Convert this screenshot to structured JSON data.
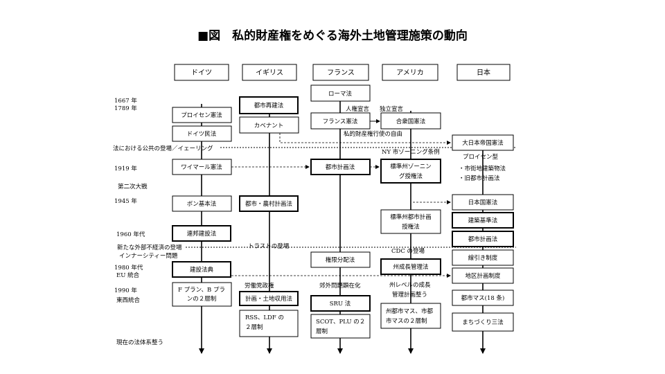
{
  "title": "■図　私的財産権をめぐる海外土地管理施策の動向",
  "countries": [
    "ドイツ",
    "イギリス",
    "フランス",
    "アメリカ",
    "日本"
  ],
  "timeline": {
    "y1667": "1667 年",
    "y1789": "1789 年",
    "public_interest": "法における公共の登場／イェーリング",
    "y1919": "1919 年",
    "ww2": "第二次大戦",
    "y1945": "1945 年",
    "y1960s": "1960 年代",
    "neo_liberal": "新たな外部不経済の登場",
    "inner_city": "インナーシティー問題",
    "y1980s": "1980 年代",
    "eu": "EU 統合",
    "y1990": "1990 年",
    "reunification": "東西統合",
    "present": "現在の法体系整う"
  },
  "germany": {
    "prussia_const": "プロイセン憲法",
    "civil_code": "ドイツ民法",
    "weimar": "ワイマール憲法",
    "basic_law": "ボン基本法",
    "federal_building": "連邦建設法",
    "building_code": "建設法典",
    "fb_plan_1": "F プラン、B プラ",
    "fb_plan_2": "ンの２層制"
  },
  "uk": {
    "urban_rebuild": "都市再建法",
    "covenant": "カベナント",
    "town_country": "都市・農村計画法",
    "trust": "トラストの登場",
    "labour": "労働党政権",
    "land_use": "計画・土地収用法",
    "rss_1": "RSS、LDF の",
    "rss_2": "２層制"
  },
  "france": {
    "roman_law": "ローマ法",
    "rights_decl": "人権宣言",
    "const": "フランス憲法",
    "private_property": "私的財産権行使の自由",
    "urban_plan": "都市計画法",
    "power_dist": "権限分配法",
    "suburban": "郊外問題顕在化",
    "sru": "SRU 法",
    "scot_1": "SCOT、PLU の２",
    "scot_2": "層制"
  },
  "usa": {
    "independence": "独立宣言",
    "const": "合衆国憲法",
    "ny_zoning": "NY 市ゾーニング条例",
    "std_zoning_1": "標準州ゾーニン",
    "std_zoning_2": "グ授権法",
    "std_planning_1": "標準州都市計画",
    "std_planning_2": "授権法",
    "cdc": "CDC の登場",
    "growth_mgmt": "州成長管理法",
    "state_growth_1": "州レベルの成長",
    "state_growth_2": "管理計画整う",
    "master_1": "州都市マス、市都",
    "master_2": "市マスの２層制"
  },
  "japan": {
    "meiji_const": "大日本帝国憲法",
    "prussian": "プロイセン型",
    "old_building": "・市街地建築物法",
    "old_urban": "・旧都市計画法",
    "const": "日本国憲法",
    "building_std": "建築基準法",
    "urban_plan": "都市計画法",
    "zoning_line": "線引き制度",
    "district_plan": "地区計画制度",
    "master_plan": "都市マス(18 条)",
    "machizukuri": "まちづくり三法"
  }
}
